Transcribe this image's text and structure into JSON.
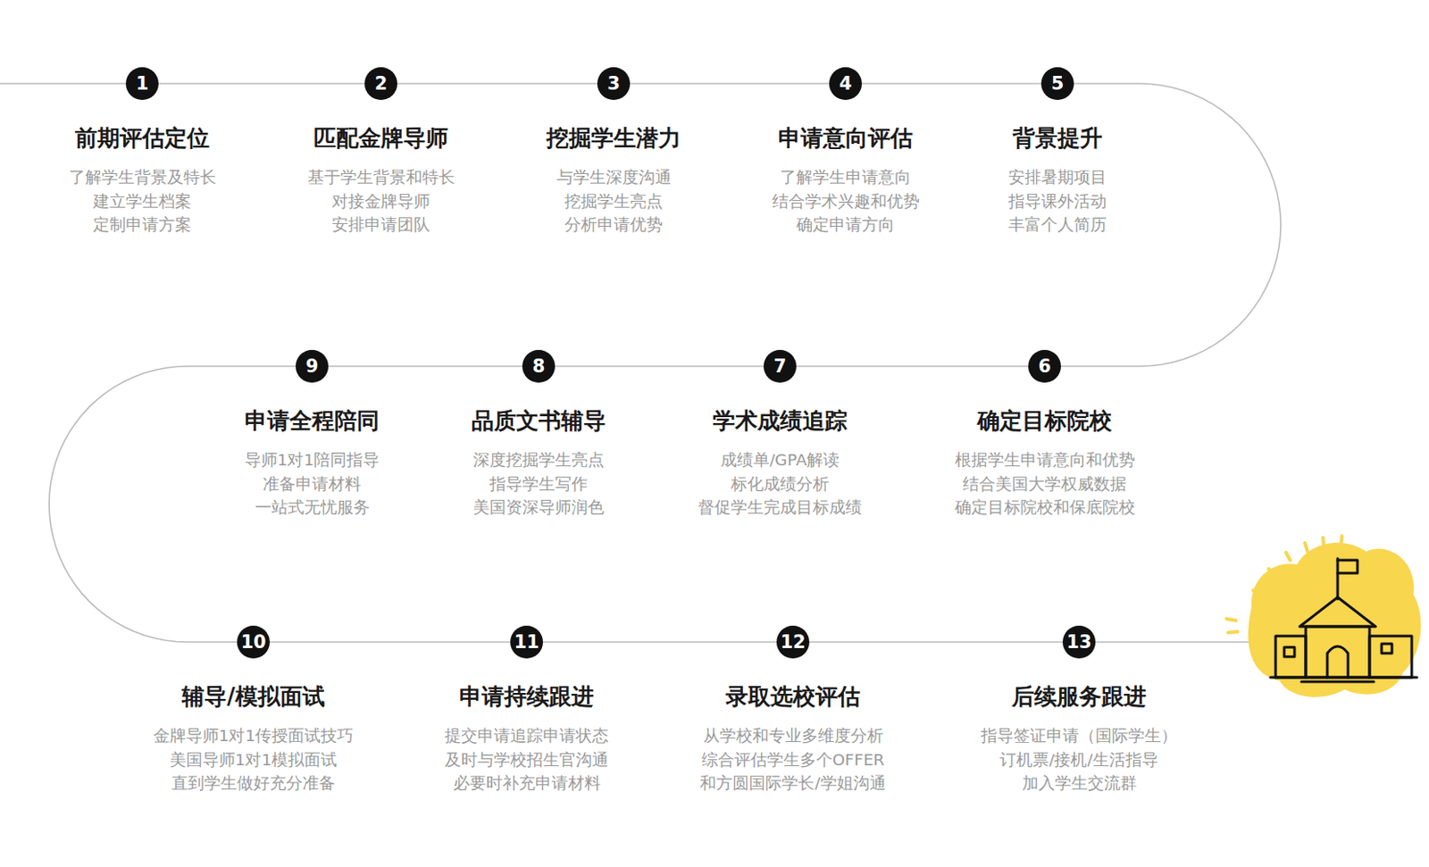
{
  "diagram": {
    "nodes": [
      {
        "text": [
          "1",
          "前期评估定位",
          "了解学生背景及特长 建立学生档案 定制申请方案"
        ]
      },
      {
        "text": [
          "2",
          "匹配金牌导师",
          "基于学生背景和特长 对接金牌导师 安排申请团队"
        ]
      },
      {
        "text": [
          "3",
          "挖掘学生潜力",
          "与学生深度沟通 挖掘学生亮点 分析申请优势"
        ]
      },
      {
        "text": [
          "4",
          "申请意向评估",
          "了解学生申请意向 结合学术兴趣和优势 确定申请方向"
        ]
      },
      {
        "text": [
          "5",
          "背景提升",
          "安排暑期项目 指导课外活动 丰富个人简历"
        ]
      },
      {
        "text": [
          "6",
          "确定目标院校",
          "根据学生申请意向和优势 结合美国大学权威数据 确定目标院校和保底院校"
        ]
      },
      {
        "text": [
          "7",
          "学术成绩追踪",
          "成绩单/GPA解读 标化成绩分析 督促学生完成目标成绩"
        ]
      },
      {
        "text": [
          "8",
          "品质文书辅导",
          "深度挖掘学生亮点 指导学生写作 美国资深导师润色"
        ]
      },
      {
        "text": [
          "9",
          "申请全程陪同",
          "导师1对1陪同指导 准备申请材料 一站式无忧服务"
        ]
      },
      {
        "text": [
          "10",
          "辅导/模拟面试",
          "金牌导师1对1传授面试技巧 美国导师1对1模拟面试 直到学生做好充分准备"
        ]
      },
      {
        "text": [
          "11",
          "申请持续跟进",
          "提交申请追踪申请状态 及时与学校招生官沟通 必要时补充申请材料"
        ]
      },
      {
        "text": [
          "12",
          "录取选校评估",
          "从学校和专业多维度分析 综合评估学生多个OFFER 和方圆国际学长/学姐沟通"
        ]
      },
      {
        "text": [
          "13",
          "后续服务跟进",
          "指导签证申请（国际学生） 订机票/接机/生活指导 加入学生交流群"
        ]
      }
    ],
    "edges": [
      {
        "from": 0,
        "to": 1,
        "arrow": "none"
      },
      {
        "from": 1,
        "to": 2,
        "arrow": "none"
      },
      {
        "from": 2,
        "to": 3,
        "arrow": "none"
      },
      {
        "from": 3,
        "to": 4,
        "arrow": "none"
      },
      {
        "from": 4,
        "to": 5,
        "arrow": "none"
      },
      {
        "from": 5,
        "to": 6,
        "arrow": "none"
      },
      {
        "from": 6,
        "to": 7,
        "arrow": "none"
      },
      {
        "from": 7,
        "to": 8,
        "arrow": "none"
      },
      {
        "from": 8,
        "to": 9,
        "arrow": "none"
      },
      {
        "from": 9,
        "to": 10,
        "arrow": "none"
      },
      {
        "from": 10,
        "to": 11,
        "arrow": "none"
      },
      {
        "from": 11,
        "to": 12,
        "arrow": "none"
      }
    ]
  }
}
